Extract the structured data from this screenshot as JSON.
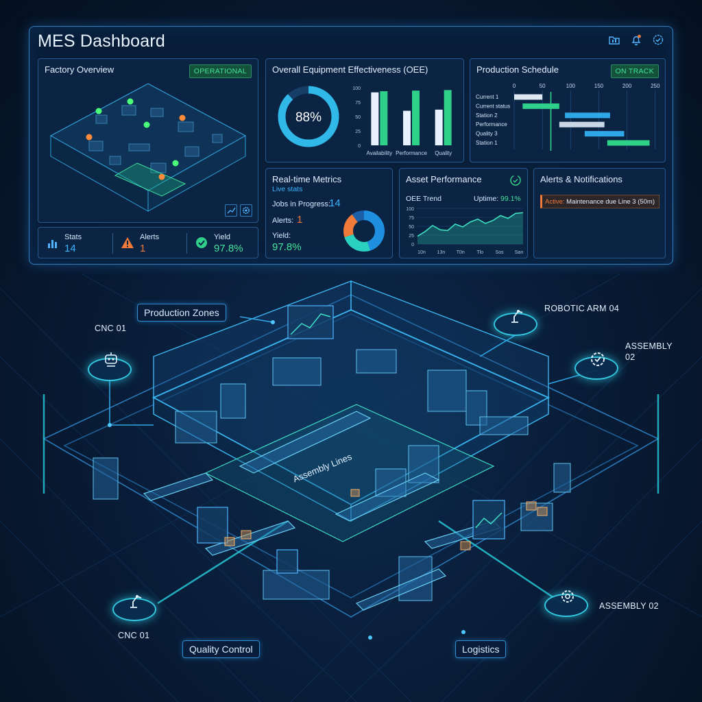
{
  "dashboard": {
    "title": "MES Dashboard",
    "icons": [
      "folder-icon",
      "bell-icon",
      "settings-check-icon"
    ]
  },
  "factory_overview": {
    "title": "Factory Overview",
    "status": "OPERATIONAL",
    "tool_icons": [
      "trend-icon",
      "gear-icon"
    ]
  },
  "oee": {
    "title": "Overall Equipment Effectiveness (OEE)",
    "value": "88%",
    "percent": 88,
    "chart_data": {
      "type": "bar",
      "categories": [
        "Availability",
        "Performance",
        "Quality"
      ],
      "series": [
        {
          "values": [
            92,
            60,
            62
          ]
        },
        {
          "values": [
            94,
            95,
            96
          ]
        }
      ],
      "yticks": [
        "100",
        "75",
        "50",
        "25",
        "0"
      ],
      "ylim": [
        0,
        100
      ]
    }
  },
  "schedule": {
    "title": "Production Schedule",
    "status": "ON TRACK",
    "xticks": [
      "0",
      "50",
      "100",
      "150",
      "200",
      "250"
    ],
    "rows": [
      "Current 1",
      "Current status",
      "Station 2",
      "Performance",
      "Quality 3",
      "Station 1"
    ],
    "chart_data": {
      "type": "bar",
      "tasks": [
        {
          "row": "Current 1",
          "start": 0,
          "end": 50
        },
        {
          "row": "Current status",
          "start": 15,
          "end": 80
        },
        {
          "row": "Station 2",
          "start": 90,
          "end": 170
        },
        {
          "row": "Performance",
          "start": 80,
          "end": 160
        },
        {
          "row": "Quality 3",
          "start": 125,
          "end": 195
        },
        {
          "row": "Station 1",
          "start": 165,
          "end": 240
        }
      ],
      "xlim": [
        0,
        260
      ],
      "current_marker": 65
    }
  },
  "stats": {
    "items": [
      {
        "label": "Stats",
        "value": "14",
        "icon": "bar-chart-icon"
      },
      {
        "label": "Alerts",
        "value": "1",
        "icon": "warning-icon"
      },
      {
        "label": "Yield",
        "value": "97.8%",
        "icon": "check-circle-icon"
      }
    ]
  },
  "metrics": {
    "title": "Real-time Metrics",
    "subtitle": "Live stats",
    "jobs_label": "Jobs in Progress:",
    "jobs_value": "14",
    "alerts_label": "Alerts:",
    "alerts_value": "1",
    "yield_label": "Yield:",
    "yield_value": "97.8%",
    "chart_data": {
      "type": "pie",
      "slices": [
        {
          "value": 45,
          "color": "#1f8fe0"
        },
        {
          "value": 25,
          "color": "#2ad0c0"
        },
        {
          "value": 20,
          "color": "#f07a3a"
        },
        {
          "value": 10,
          "color": "#1a5fa8"
        }
      ]
    }
  },
  "asset": {
    "title": "Asset Performance",
    "trend_label": "OEE Trend",
    "uptime_label": "Uptime:",
    "uptime_value": "99.1%",
    "xticks": [
      "10n",
      "13n",
      "T0n",
      "Tlo",
      "Sos",
      "San"
    ],
    "yticks": [
      "100",
      "75",
      "50",
      "25",
      "0"
    ],
    "chart_data": {
      "type": "area",
      "x": [
        0,
        1,
        2,
        3,
        4,
        5,
        6,
        7,
        8,
        9,
        10,
        11,
        12,
        13,
        14
      ],
      "values": [
        22,
        35,
        52,
        40,
        38,
        56,
        48,
        62,
        70,
        58,
        66,
        80,
        72,
        86,
        88
      ],
      "ylim": [
        0,
        100
      ]
    }
  },
  "alerts": {
    "title": "Alerts & Notifications",
    "active_label": "Active:",
    "message": "Maintenance due Line 3 (50m)"
  },
  "floor": {
    "production_zones": "Production Zones",
    "assembly_lines": "Assembly Lines",
    "quality_control": "Quality Control",
    "logistics": "Logistics",
    "cnc_top": "CNC 01",
    "cnc_bottom": "CNC 01",
    "robotic_arm": "ROBOTIC ARM 04",
    "assembly_right_1": "ASSEMBLY",
    "assembly_right_2": "02",
    "assembly_bottom": "ASSEMBLY 02"
  },
  "colors": {
    "accent": "#33c8e0",
    "ok": "#43e39a",
    "warn": "#f07a3a",
    "panel_border": "#24588e"
  }
}
